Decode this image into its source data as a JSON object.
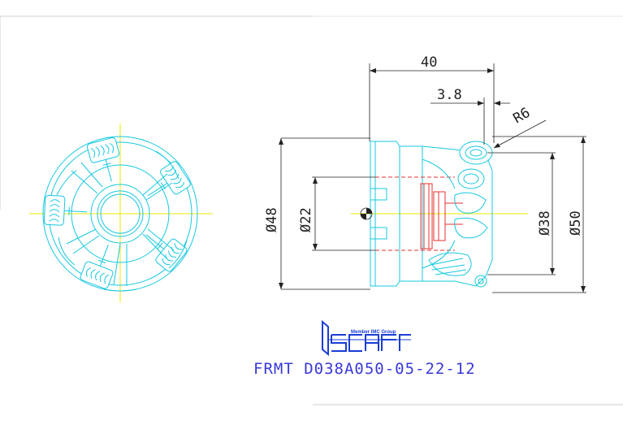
{
  "drawing": {
    "part_number": "FRMT D038A050-05-22-12",
    "brand": {
      "tagline": "Member IMC Group",
      "logo_name": "iscar"
    },
    "dimensions": {
      "length": "40",
      "offset": "3.8",
      "radius": "R6",
      "bore_diameter": "Ø22",
      "body_diameter": "Ø48",
      "shank_diameter": "Ø38",
      "cutting_diameter": "Ø50"
    },
    "colors": {
      "outline": "#16c8e0",
      "hidden_lines": "#e63030",
      "center_lines": "#e8e800",
      "dimensions": "#222222",
      "title_text": "#3a3ad8"
    }
  }
}
